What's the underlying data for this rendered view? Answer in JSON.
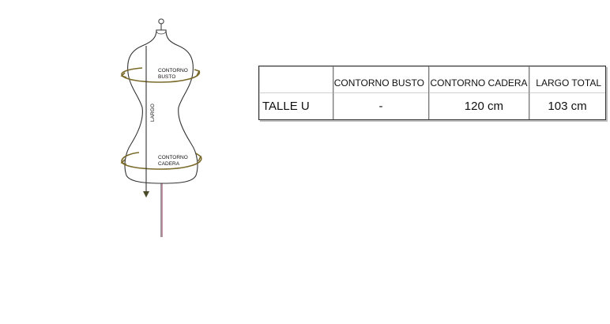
{
  "figure": {
    "bust_label_line1": "CONTORNO",
    "bust_label_line2": "BUSTO",
    "length_label": "LARGO",
    "hip_label_line1": "CONTORNO",
    "hip_label_line2": "CADERA",
    "line_color": "#333333",
    "accent_color": "#7a6a2a",
    "stand_color": "#b07890"
  },
  "table": {
    "headers": [
      "",
      "CONTORNO BUSTO",
      "CONTORNO CADERA",
      "LARGO TOTAL"
    ],
    "rows": [
      {
        "size": "TALLE U",
        "bust": "-",
        "hip": "120 cm",
        "length": "103 cm"
      }
    ]
  }
}
